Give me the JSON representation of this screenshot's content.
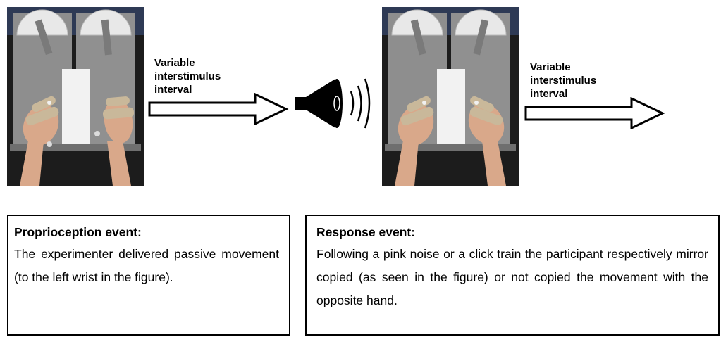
{
  "figure": {
    "arrow_label_1": [
      "Variable",
      "interstimulus",
      "interval"
    ],
    "arrow_label_2": [
      "Variable",
      "interstimulus",
      "interval"
    ],
    "icons": {
      "speaker": "speaker-icon",
      "sound_waves": "sound-waves-icon",
      "arrow": "hollow-right-arrow-icon"
    }
  },
  "events": {
    "proprioception": {
      "title": "Proprioception event:",
      "body": "The experimenter delivered passive movement (to the left wrist in the figure)."
    },
    "response": {
      "title": "Response event:",
      "body": "Following a pink noise or a click train the participant respectively mirror copied (as seen in the figure) or not copied the movement with the opposite hand."
    }
  },
  "colors": {
    "text": "#000000",
    "border": "#000000",
    "photo_background": "#1a1a1a",
    "apparatus_gray": "#8e8e8e",
    "skin": "#d9a88a",
    "splint": "#c9b89a"
  }
}
